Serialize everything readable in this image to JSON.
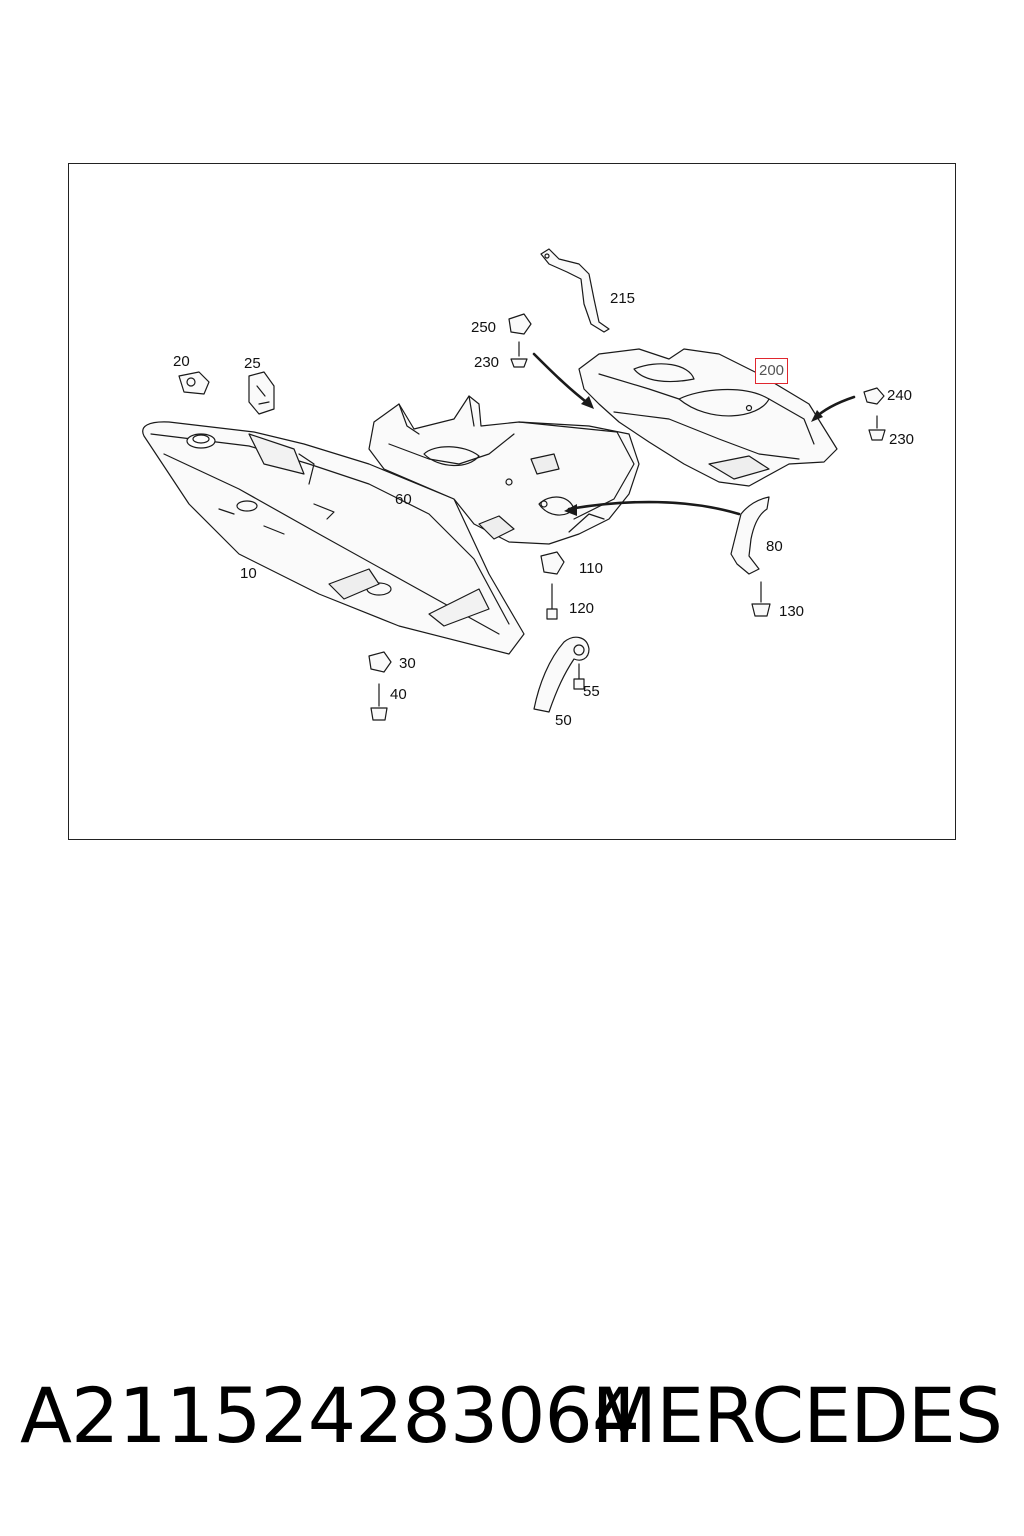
{
  "diagram": {
    "callouts": {
      "c215": "215",
      "c250": "250",
      "c230a": "230",
      "c200": "200",
      "c240": "240",
      "c230b": "230",
      "c20": "20",
      "c25": "25",
      "c60": "60",
      "c10": "10",
      "c80": "80",
      "c110": "110",
      "c120": "120",
      "c130": "130",
      "c30": "30",
      "c40": "40",
      "c55": "55",
      "c50": "50"
    },
    "highlighted_callout": "200",
    "highlight_color": "#e0272e"
  },
  "footer": {
    "part_number": "A211524283064",
    "brand": "MERCEDES"
  }
}
